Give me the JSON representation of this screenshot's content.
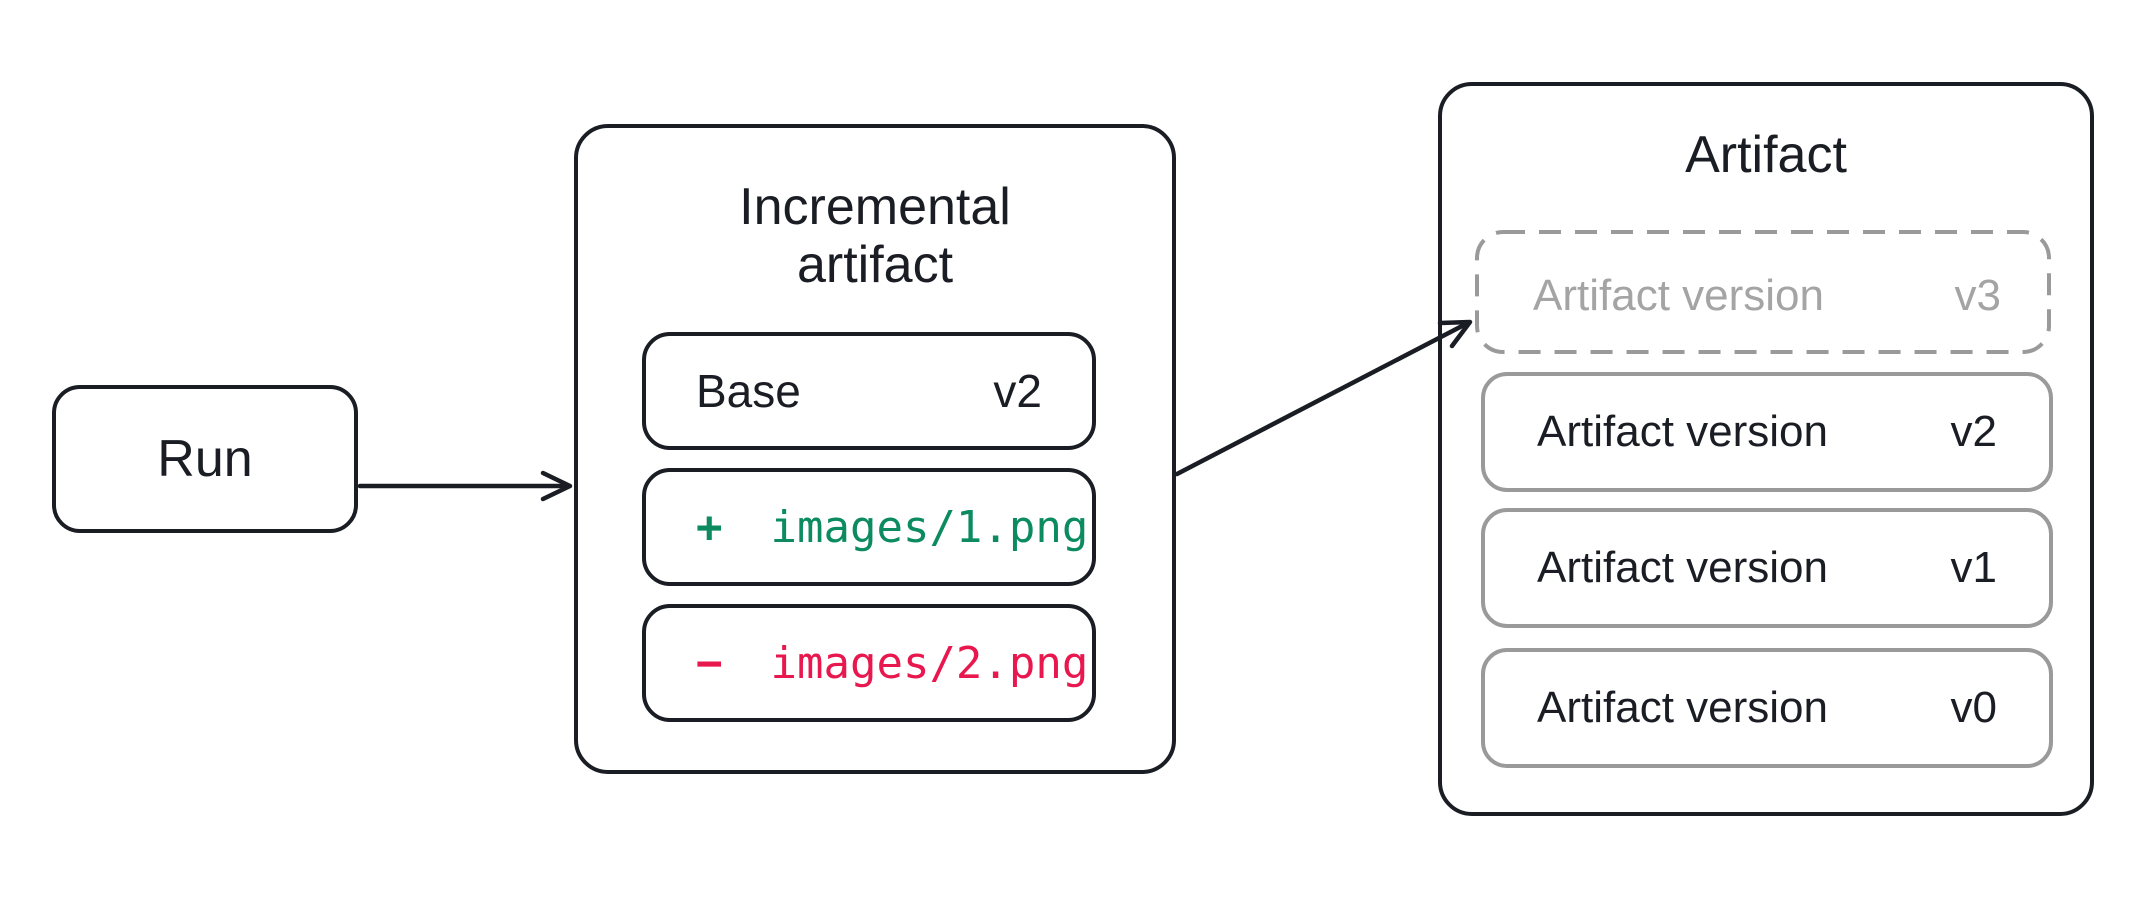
{
  "colors": {
    "ink": "#1a1d24",
    "gray-border": "#9a9a9a",
    "pending": "#a4a4a4",
    "green": "#0b8b5f",
    "red": "#e8174e"
  },
  "run": {
    "label": "Run"
  },
  "incremental": {
    "title_line1": "Incremental",
    "title_line2": "artifact",
    "base_row": {
      "label": "Base",
      "version": "v2"
    },
    "diff_rows": [
      {
        "op": "add",
        "sign": "+",
        "path": "images/1.png"
      },
      {
        "op": "remove",
        "sign": "−",
        "path": "images/2.png"
      }
    ]
  },
  "artifact": {
    "title": "Artifact",
    "versions": [
      {
        "label": "Artifact version",
        "version": "v3",
        "state": "pending"
      },
      {
        "label": "Artifact version",
        "version": "v2",
        "state": "committed"
      },
      {
        "label": "Artifact version",
        "version": "v1",
        "state": "committed"
      },
      {
        "label": "Artifact version",
        "version": "v0",
        "state": "committed"
      }
    ]
  }
}
